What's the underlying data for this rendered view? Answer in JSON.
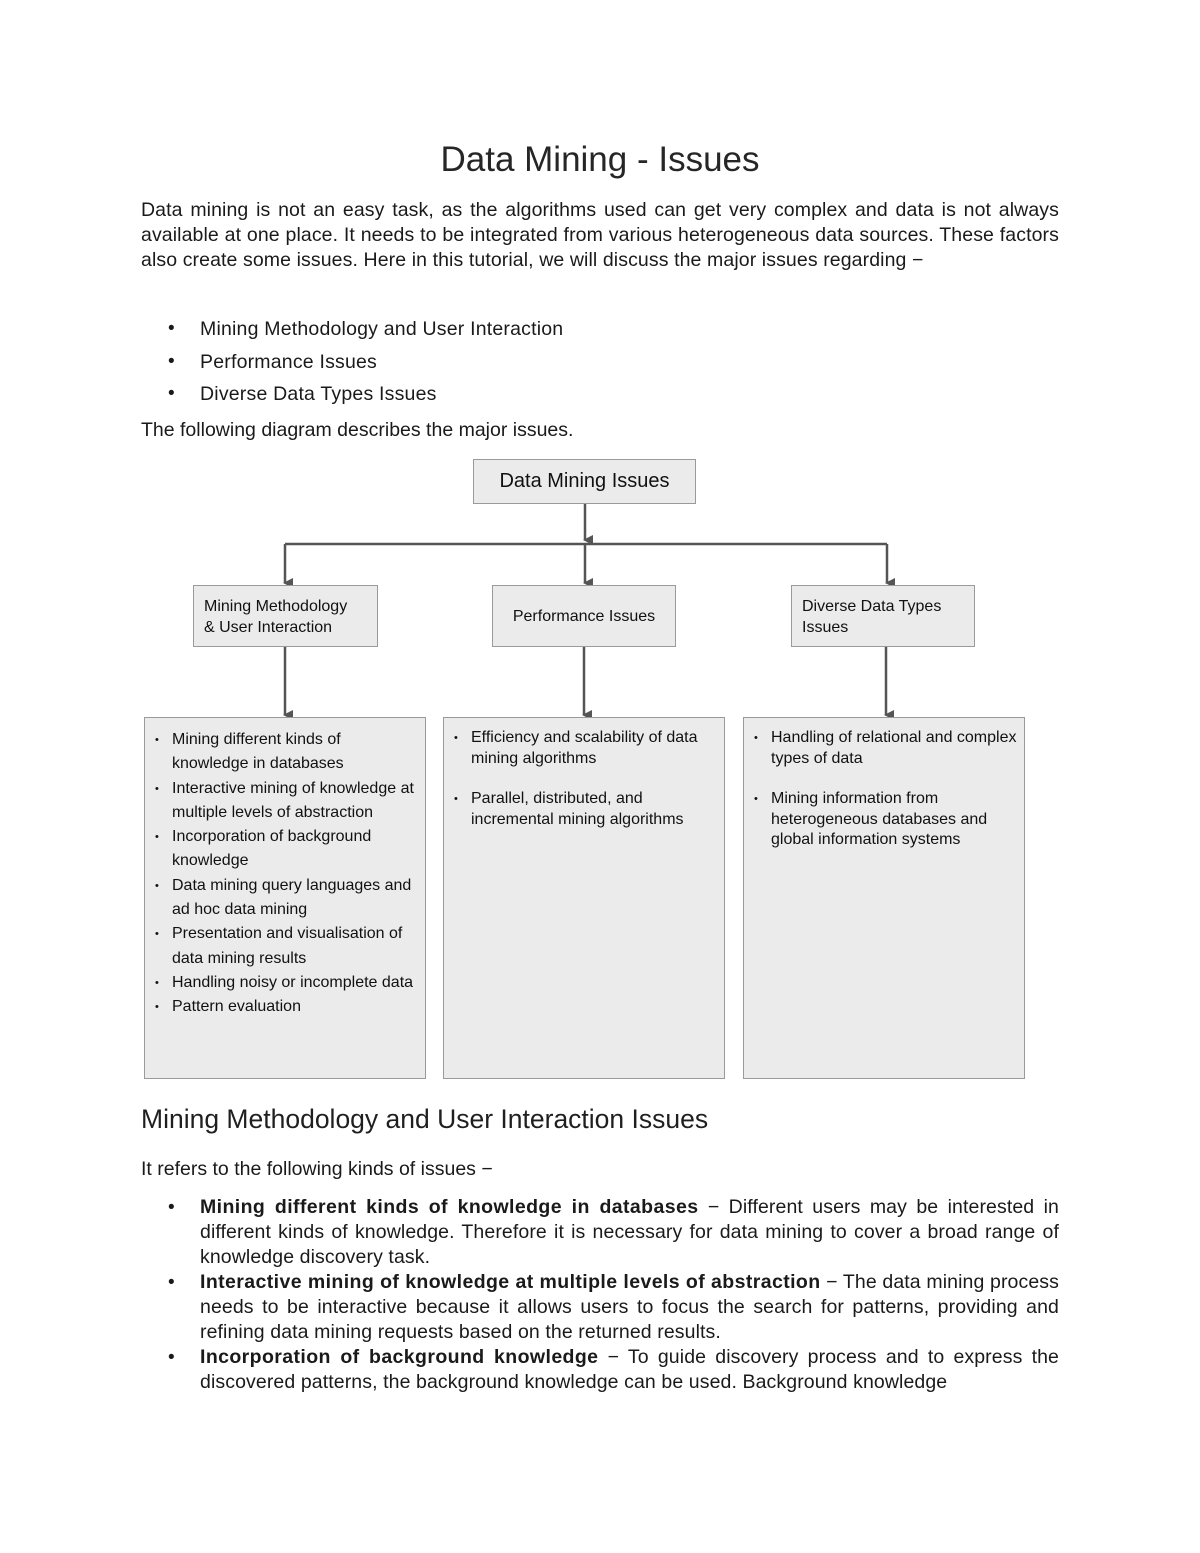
{
  "title": "Data Mining - Issues",
  "intro": "Data mining is not an easy task, as the algorithms used can get very complex and data is not always available at one place. It needs to be integrated from various heterogeneous data sources. These factors also create some issues. Here in this tutorial, we will discuss the major issues regarding −",
  "bullets": [
    "Mining Methodology and User Interaction",
    "Performance Issues",
    "Diverse Data Types Issues"
  ],
  "diagram_caption": "The following diagram describes the major issues.",
  "diagram": {
    "root": "Data Mining Issues",
    "categories": [
      {
        "label_line1": "Mining Methodology",
        "label_line2": "& User Interaction",
        "items": [
          "Mining different kinds of knowledge in databases",
          "Interactive mining of knowledge at multiple levels of abstraction",
          "Incorporation of background knowledge",
          "Data mining query languages and ad hoc data mining",
          "Presentation and visualisation of data mining results",
          "Handling noisy or incomplete data",
          "Pattern evaluation"
        ]
      },
      {
        "label_line1": "Performance Issues",
        "items": [
          "Efficiency and scalability of data mining algorithms",
          "Parallel, distributed, and incremental mining algorithms"
        ]
      },
      {
        "label_line1": "Diverse Data Types",
        "label_line2": "Issues",
        "items": [
          "Handling of relational and complex types of data",
          "Mining information from heterogeneous databases and global information systems"
        ]
      }
    ]
  },
  "section": {
    "heading": "Mining Methodology and User Interaction Issues",
    "lead": "It refers to the following kinds of issues −",
    "issues": [
      {
        "term": "Mining different kinds of knowledge in databases",
        "desc": " − Different users may be interested in different kinds of knowledge. Therefore it is necessary for data mining to cover a broad range of knowledge discovery task."
      },
      {
        "term": "Interactive mining of knowledge at multiple levels of abstraction",
        "desc": " − The data mining process needs to be interactive because it allows users to focus the search for patterns, providing and refining data mining requests based on the returned results."
      },
      {
        "term": "Incorporation of background knowledge",
        "desc": " − To guide discovery process and to express the discovered patterns, the background knowledge can be used. Background knowledge"
      }
    ]
  }
}
